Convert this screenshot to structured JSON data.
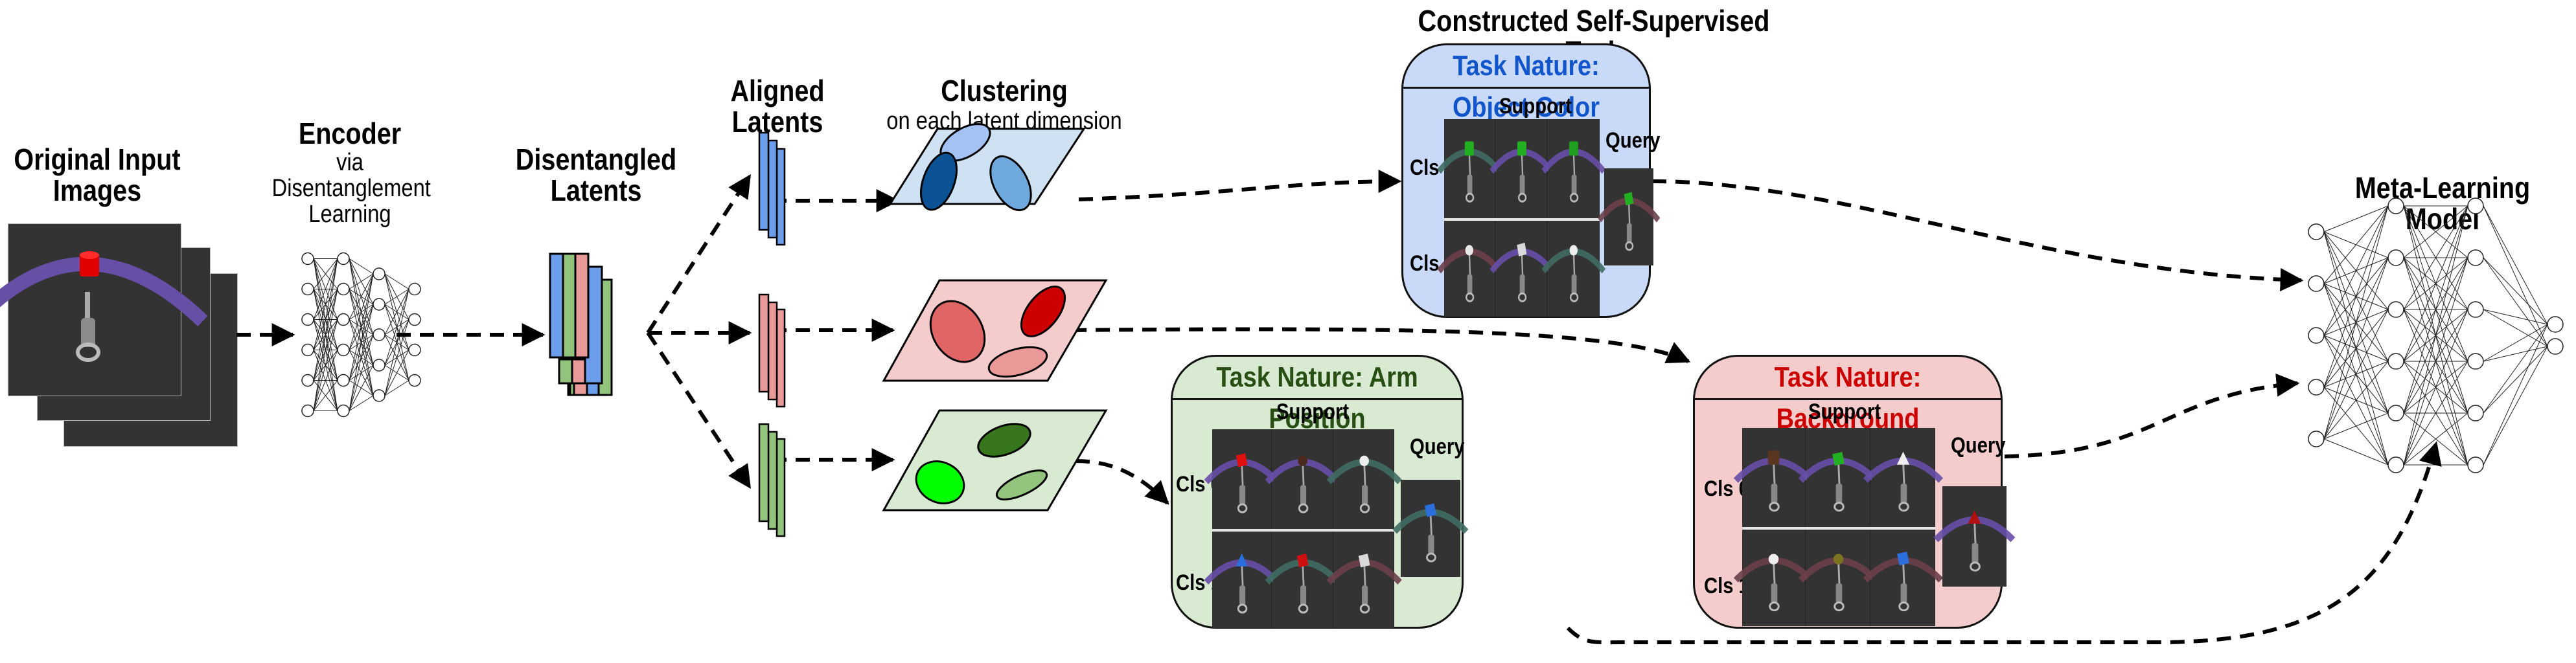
{
  "figure": {
    "labels": {
      "input_images": [
        "Original Input",
        "Images"
      ],
      "encoder_title": "Encoder",
      "encoder_sub": [
        "via",
        "Disentanglement",
        "Learning"
      ],
      "disentangled": [
        "Disentangled",
        "Latents"
      ],
      "aligned": [
        "Aligned",
        "Latents"
      ],
      "clustering_title": "Clustering",
      "clustering_sub": "on each latent dimension",
      "constructed_task": "Constructed Self-Supervised Task",
      "meta_model": "Meta-Learning Model"
    },
    "colors": {
      "latent_blue": "#6d9eeb",
      "latent_green": "#93c47d",
      "latent_red": "#ea9999",
      "plane_blue": "#cfe2f3",
      "plane_red": "#f4cccc",
      "plane_green": "#d9ead3",
      "cluster_blue": [
        "#a4c2f4",
        "#0b5394",
        "#6fa8dc"
      ],
      "cluster_red": [
        "#e06666",
        "#cc0000",
        "#ea9999"
      ],
      "cluster_green": [
        "#38761d",
        "#00ff00",
        "#93c47d"
      ],
      "image_bg": "#333333"
    },
    "tasks": [
      {
        "id": "object-color",
        "title": "Task Nature: Object Color",
        "title_color": "#1155cc",
        "box_color": "#c9daf8",
        "support_label": "Support",
        "query_label": "Query",
        "class_labels": [
          "Cls 0",
          "Cls 1"
        ],
        "support": [
          [
            {
              "obj": "#22b022",
              "ring": "#3f6b63",
              "shape": "cyl"
            },
            {
              "obj": "#22b022",
              "ring": "#674ea7",
              "shape": "cyl"
            },
            {
              "obj": "#1f9e1f",
              "ring": "#674ea7",
              "shape": "cyl"
            }
          ],
          [
            {
              "obj": "#e8e8e8",
              "ring": "#6b3f4a",
              "shape": "ball"
            },
            {
              "obj": "#d9d9d9",
              "ring": "#674ea7",
              "shape": "cube"
            },
            {
              "obj": "#eeeeee",
              "ring": "#3f6b63",
              "shape": "ball"
            }
          ]
        ],
        "query": {
          "obj": "#22b022",
          "ring": "#6b3f4a",
          "shape": "cube"
        }
      },
      {
        "id": "arm-position",
        "title": "Task Nature: Arm Position",
        "title_color": "#274e13",
        "box_color": "#d9ead3",
        "support_label": "Support",
        "query_label": "Query",
        "class_labels": [
          "Cls 0",
          "Cls 1"
        ],
        "support": [
          [
            {
              "obj": "#e01010",
              "ring": "#674ea7",
              "shape": "cube"
            },
            {
              "obj": "#4a2a1a",
              "ring": "#674ea7",
              "shape": "ball"
            },
            {
              "obj": "#eeeeee",
              "ring": "#3f6b63",
              "shape": "ball"
            }
          ],
          [
            {
              "obj": "#2a6fdc",
              "ring": "#674ea7",
              "shape": "cone"
            },
            {
              "obj": "#d01010",
              "ring": "#3f6b63",
              "shape": "cube"
            },
            {
              "obj": "#d9d9d9",
              "ring": "#6b3f4a",
              "shape": "cube"
            }
          ]
        ],
        "query": {
          "obj": "#2a6fdc",
          "ring": "#3f6b63",
          "shape": "cube"
        }
      },
      {
        "id": "background",
        "title": "Task Nature: Background",
        "title_color": "#cc0000",
        "box_color": "#f4cccc",
        "support_label": "Support",
        "query_label": "Query",
        "class_labels": [
          "Cls 0",
          "Cls 1"
        ],
        "support": [
          [
            {
              "obj": "#5a3520",
              "ring": "#674ea7",
              "shape": "cyl"
            },
            {
              "obj": "#22b022",
              "ring": "#674ea7",
              "shape": "cube"
            },
            {
              "obj": "#eeeeee",
              "ring": "#674ea7",
              "shape": "cone"
            }
          ],
          [
            {
              "obj": "#eeeeee",
              "ring": "#6b3f4a",
              "shape": "ball"
            },
            {
              "obj": "#7a7420",
              "ring": "#6b3f4a",
              "shape": "ball"
            },
            {
              "obj": "#2a6fdc",
              "ring": "#6b3f4a",
              "shape": "cube"
            }
          ]
        ],
        "query": {
          "obj": "#b01010",
          "ring": "#674ea7",
          "shape": "cone"
        }
      }
    ],
    "input_image": {
      "obj": "#e00000",
      "ring": "#674ea7",
      "shape": "cyl"
    }
  }
}
